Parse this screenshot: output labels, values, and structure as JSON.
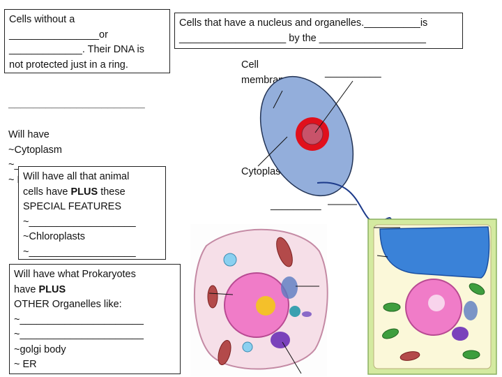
{
  "prokaryote_box": {
    "text": "Cells without a\n________________or\n_____________. Their DNA is\nnot protected just in a ring."
  },
  "eukaryote_box": {
    "text": "Cells that have a nucleus and organelles.__________is\n___________________ by the ___________________"
  },
  "all_cells_box": {
    "heading": "______________________",
    "text": "Will have\n~Cytoplasm\n~______________________\n~ DNA"
  },
  "plant_box": {
    "text": "Will have all that animal\ncells have PLUS these\nSPECIAL FEATURES\n~___________________\n~Chloroplasts\n~___________________"
  },
  "animal_box": {
    "text": "Will have what Prokaryotes\nhave PLUS\nOTHER Organelles like:\n~______________________\n~______________________\n~golgi body\n~ ER"
  },
  "diagram_labels": {
    "cell_membrane": "Cell\nmembrane",
    "cytoplasm": "Cytoplasm",
    "blank_top": "__________",
    "blank_flagellum": "_________"
  },
  "colors": {
    "prokaryote_fill": "#93aedb",
    "nucleoid_outer": "#e0101c",
    "nucleoid_inner": "#c8536a",
    "animal_fill": "#f6dfe8",
    "plant_wall": "#d4eaa0",
    "plant_inner": "#fbf8d9",
    "vacuole": "#3a82d8",
    "nucleus": "#f07cc8",
    "nucleolus": "#f4c02a",
    "mitochondria": "#b34a4a",
    "golgi": "#7a42bb",
    "chloroplast": "#3e9e3e"
  }
}
